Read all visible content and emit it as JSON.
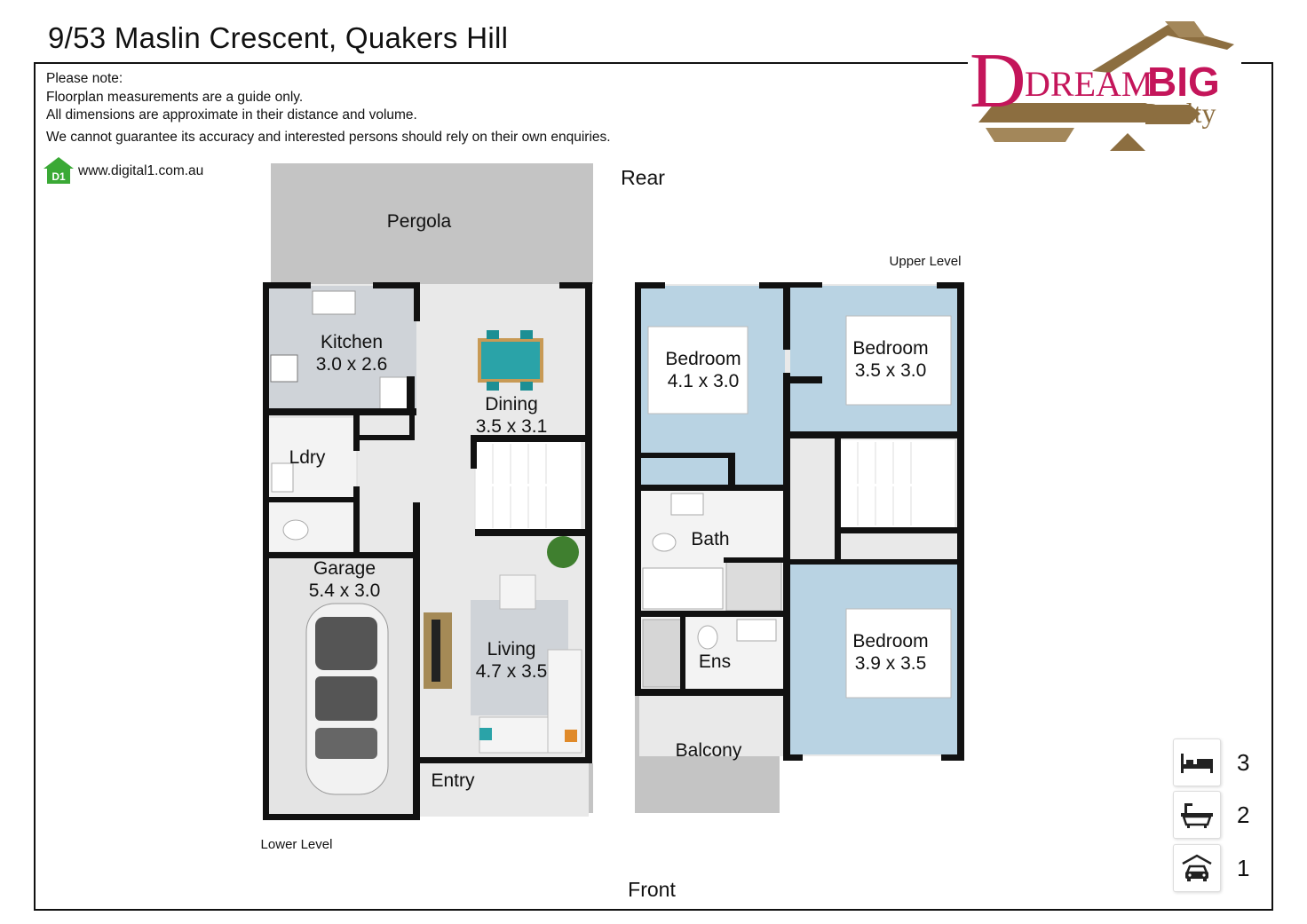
{
  "title": "9/53 Maslin Crescent, Quakers Hill",
  "notes": {
    "heading": "Please note:",
    "line1": "Floorplan measurements are a guide only.",
    "line2": "All dimensions are approximate in their distance and volume.",
    "line3": "We cannot guarantee its accuracy and interested persons should rely on their own enquiries."
  },
  "credit": {
    "badge": "D1",
    "url": "www.digital1.com.au"
  },
  "logo": {
    "dream": "DREAM",
    "big": "BIG",
    "realty": "Realty"
  },
  "orientation": {
    "rear": "Rear",
    "front": "Front"
  },
  "levels": {
    "lower": "Lower Level",
    "upper": "Upper Level"
  },
  "rooms": {
    "pergola": "Pergola",
    "kitchen": {
      "name": "Kitchen",
      "dims": "3.0 x 2.6"
    },
    "dining": {
      "name": "Dining",
      "dims": "3.5 x 3.1"
    },
    "laundry": "Ldry",
    "garage": {
      "name": "Garage",
      "dims": "5.4 x 3.0"
    },
    "living": {
      "name": "Living",
      "dims": "4.7 x 3.5"
    },
    "entry": "Entry",
    "bedroom1": {
      "name": "Bedroom",
      "dims": "4.1 x 3.0"
    },
    "bedroom2": {
      "name": "Bedroom",
      "dims": "3.5 x 3.0"
    },
    "bedroom3": {
      "name": "Bedroom",
      "dims": "3.9 x 3.5"
    },
    "bath": "Bath",
    "ensuite": "Ens",
    "balcony": "Balcony"
  },
  "amenities": [
    {
      "icon": "bed-icon",
      "count": "3"
    },
    {
      "icon": "bathtub-icon",
      "count": "2"
    },
    {
      "icon": "car-icon",
      "count": "1"
    }
  ],
  "colors": {
    "wall": "#111111",
    "floor": "#e9e9e9",
    "kitchen_floor": "#cfd3d8",
    "bedroom_floor": "#b9d3e3",
    "outdoor": "#c4c4c4",
    "logo_red": "#c4155a",
    "logo_gold": "#8c6e40"
  }
}
